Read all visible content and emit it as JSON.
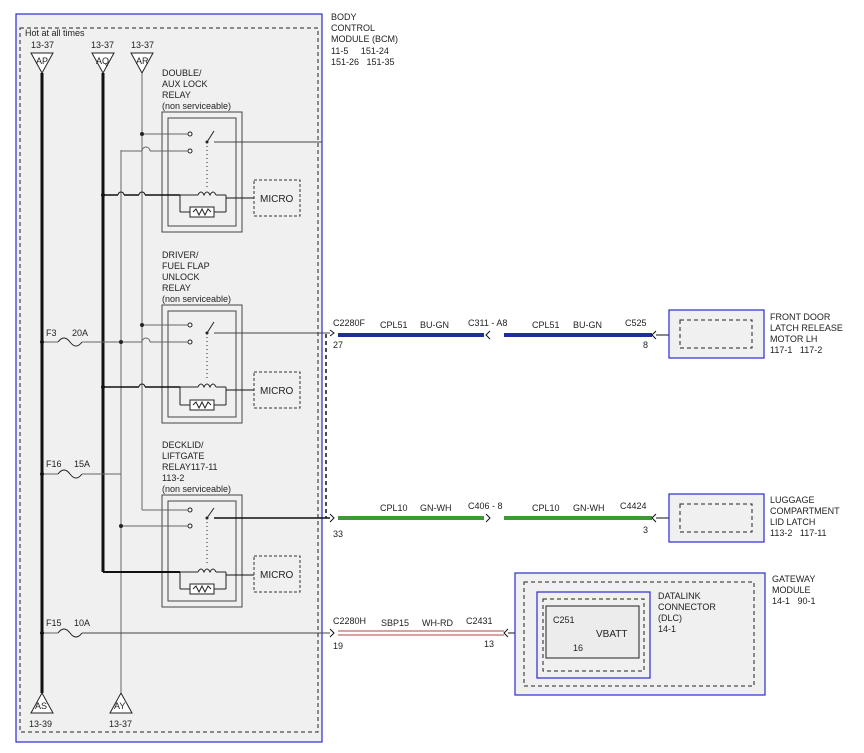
{
  "bcm": {
    "title": [
      "BODY",
      "CONTROL",
      "MODULE (BCM)"
    ],
    "refs": [
      "11-5     151-24",
      "151-26   151-35"
    ],
    "hot_at_all_times": "Hot at all times",
    "connectors_top": [
      {
        "ref": "13-37",
        "code": "AP"
      },
      {
        "ref": "13-37",
        "code": "AQ"
      },
      {
        "ref": "13-37",
        "code": "AR"
      }
    ],
    "connectors_bottom": [
      {
        "ref": "13-39",
        "code": "AS"
      },
      {
        "ref": "13-37",
        "code": "AY"
      }
    ]
  },
  "relays": [
    {
      "label": [
        "DOUBLE/",
        "AUX LOCK",
        "RELAY",
        "(non serviceable)"
      ],
      "micro": "MICRO"
    },
    {
      "label": [
        "DRIVER/",
        "FUEL FLAP",
        "UNLOCK",
        "RELAY",
        "(non serviceable)"
      ],
      "micro": "MICRO"
    },
    {
      "label": [
        "DECKLID/",
        "LIFTGATE",
        "RELAY117-11",
        "113-2",
        "(non serviceable)"
      ],
      "micro": "MICRO"
    }
  ],
  "fuses": [
    {
      "id": "F3",
      "rating": "20A"
    },
    {
      "id": "F16",
      "rating": "15A"
    },
    {
      "id": "F15",
      "rating": "10A"
    }
  ],
  "circuits": [
    {
      "left_connector": "C2280F",
      "left_pin": "27",
      "seg1_circuit": "CPL51",
      "seg1_color": "BU-GN",
      "inline": "C311 - A8",
      "seg2_circuit": "CPL51",
      "seg2_color": "BU-GN",
      "right_connector": "C525",
      "right_pin": "8",
      "wire_color": "#1c2f9c",
      "component": [
        "FRONT DOOR",
        "LATCH RELEASE",
        "MOTOR LH",
        "117-1   117-2"
      ]
    },
    {
      "left_connector": "",
      "left_pin": "33",
      "seg1_circuit": "CPL10",
      "seg1_color": "GN-WH",
      "inline": "C406 - 8",
      "seg2_circuit": "CPL10",
      "seg2_color": "GN-WH",
      "right_connector": "C4424",
      "right_pin": "3",
      "wire_color": "#3c9a34",
      "component": [
        "LUGGAGE",
        "COMPARTMENT",
        "LID LATCH",
        "113-2   117-11"
      ]
    },
    {
      "left_connector": "C2280H",
      "left_pin": "19",
      "seg1_circuit": "SBP15",
      "seg1_color": "WH-RD",
      "right_connector": "C2431",
      "right_pin": "13",
      "wire_color": "#b84040",
      "gateway": [
        "GATEWAY",
        "MODULE",
        "14-1   90-1"
      ],
      "dlc": [
        "DATALINK",
        "CONNECTOR",
        "(DLC)",
        "14-1"
      ],
      "dlc_connector": "C251",
      "dlc_pin": "16",
      "dlc_signal": "VBATT"
    }
  ],
  "colors": {
    "module_outline": "#2b2bd0",
    "module_fill": "#f0f0f0",
    "wire_black": "#111111",
    "wire_gray": "#777777"
  }
}
